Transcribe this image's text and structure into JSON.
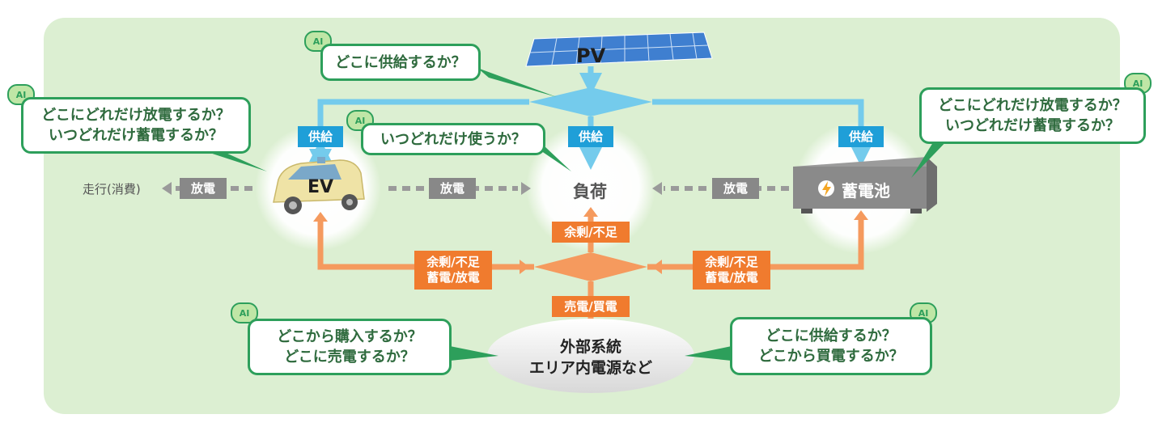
{
  "nodes": {
    "pv": "PV",
    "ev": "EV",
    "load": "負荷",
    "battery": "蓄電池",
    "grid_line1": "外部系統",
    "grid_line2": "エリア内電源など",
    "consumption": "走行(消費)"
  },
  "tags": {
    "supply": "供給",
    "discharge": "放電",
    "surplus_shortage": "余剰/不足",
    "charge_discharge": "蓄電/放電",
    "sell_buy": "売電/買電"
  },
  "ai_badge": "AI",
  "bubbles": {
    "pv_question": "どこに供給するか？",
    "ev_q1": "どこにどれだけ放電するか？",
    "ev_q2": "いつどれだけ蓄電するか？",
    "load_question": "いつどれだけ使うか？",
    "battery_q1": "どこにどれだけ放電するか？",
    "battery_q2": "いつどれだけ蓄電するか？",
    "grid_left_q1": "どこから購入するか？",
    "grid_left_q2": "どこに売電するか？",
    "grid_right_q1": "どこに供給するか？",
    "grid_right_q2": "どこから買電するか？"
  },
  "colors": {
    "supply_blue": "#74cbec",
    "orange": "#f59a5e",
    "bubble_green": "#2d9f5b",
    "panel_green": "#dcefd2"
  },
  "icons": [
    "solar-panel-icon",
    "car-icon",
    "lightning-icon",
    "battery-icon"
  ]
}
